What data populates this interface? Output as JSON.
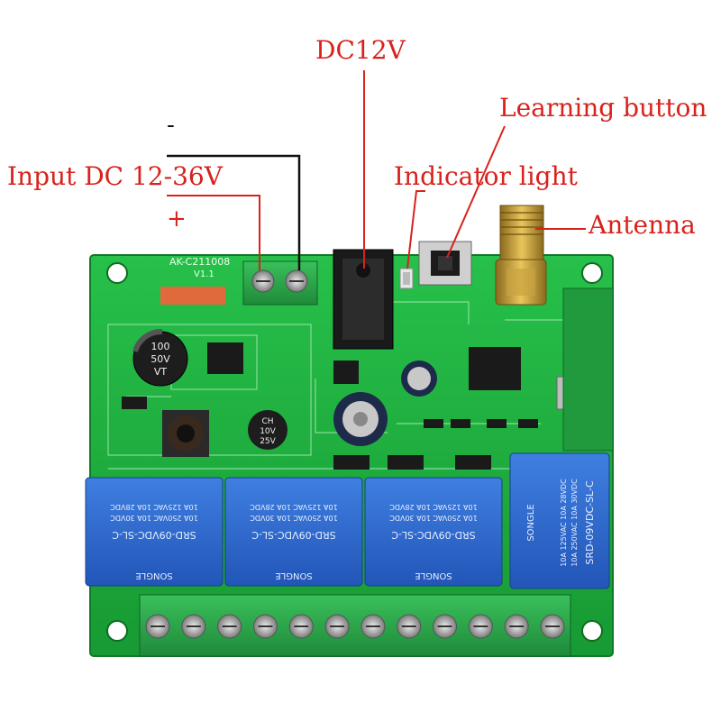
{
  "annotations": {
    "dc12v": "DC12V",
    "learning_button": "Learning button",
    "indicator_light": "Indicator light",
    "input": "Input DC 12-36V",
    "antenna": "Antenna",
    "minus": "-",
    "plus": "+"
  },
  "board": {
    "model": "AK-C211008",
    "version": "V1.1",
    "capacitor_large": [
      "100",
      "50V",
      "VT"
    ],
    "capacitor_small": [
      "CH",
      "10V",
      "25V"
    ],
    "relay_text_line1": "SRD-09VDC-SL-C",
    "relay_text_line2": "10A 250VAC  10A 30VDC",
    "relay_text_line3": "10A 125VAC  10A 28VDC",
    "relay_brand": "SONGLE",
    "relay_count": 4,
    "terminal_count": 12
  },
  "colors": {
    "label_red": "#d8221c",
    "pcb_green": "#1fae3a",
    "relay_blue": "#2f6ccf",
    "terminal_green": "#2aa04a"
  }
}
